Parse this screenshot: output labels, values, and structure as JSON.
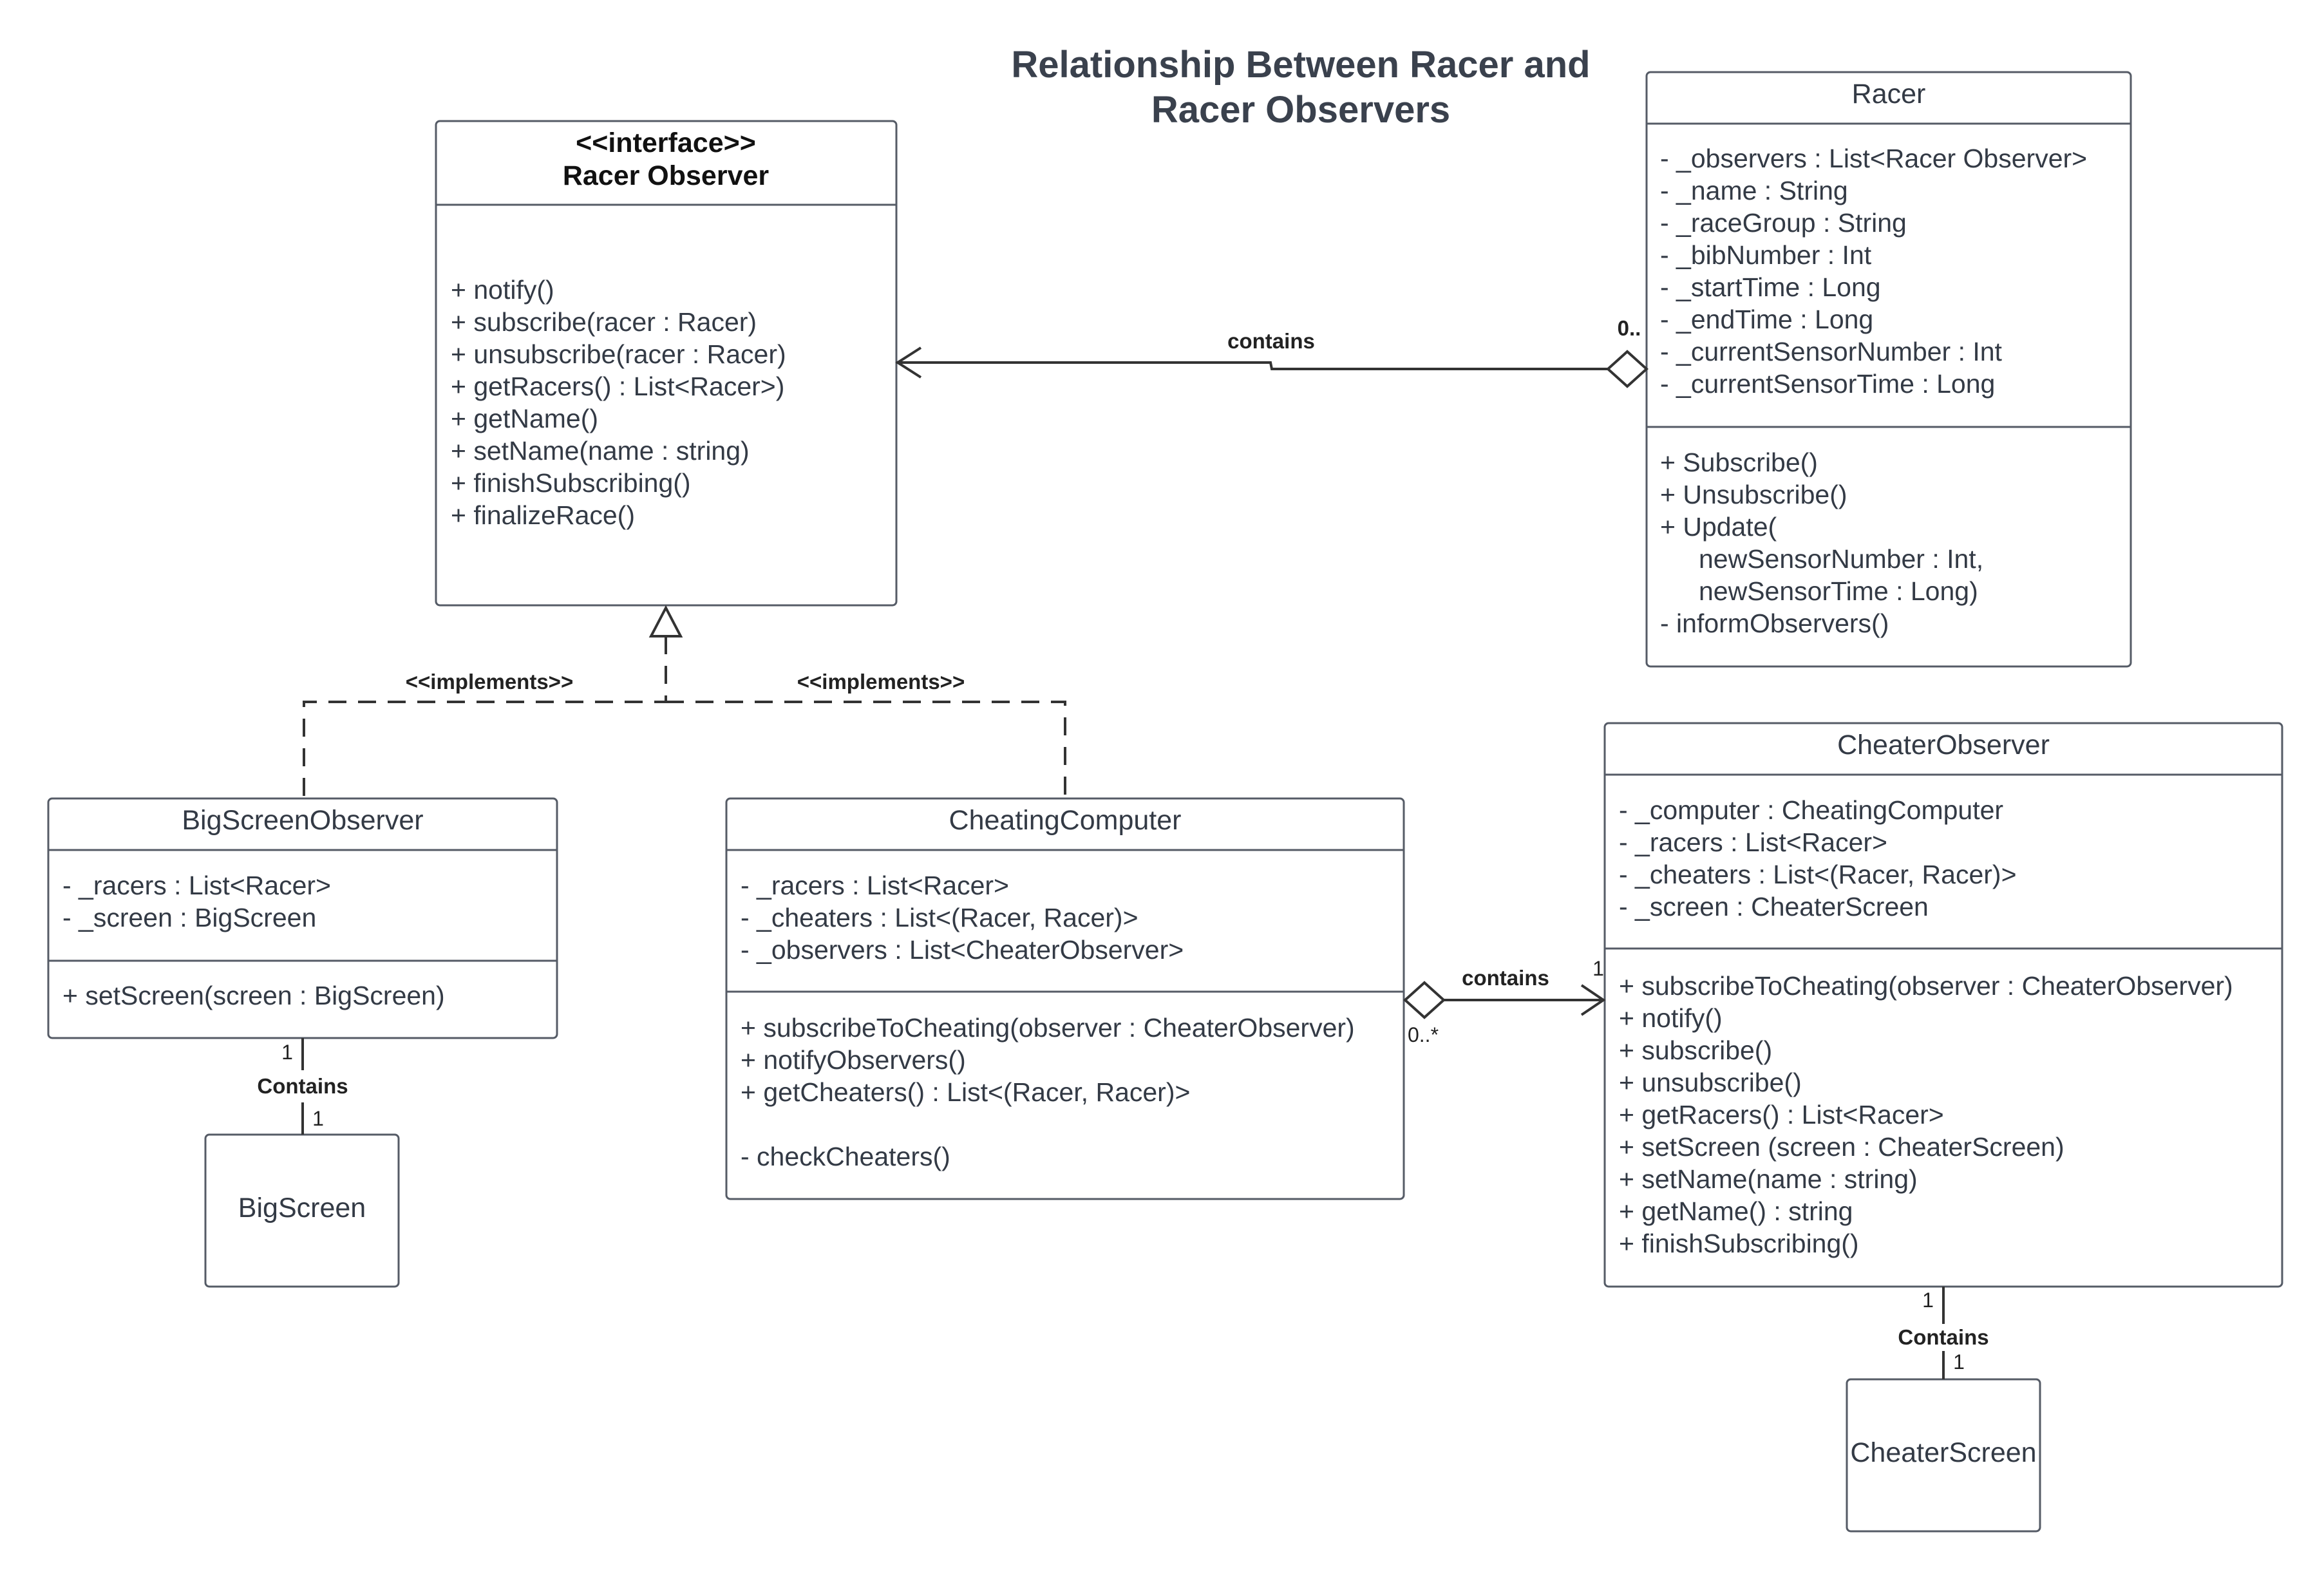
{
  "title": [
    "Relationship Between Racer and",
    "Racer Observers"
  ],
  "classes": {
    "racer_observer": {
      "stereotype": "<<interface>>",
      "name": "Racer Observer",
      "methods": [
        "+ notify()",
        "+ subscribe(racer : Racer)",
        "+ unsubscribe(racer : Racer)",
        "+ getRacers() : List<Racer>)",
        "+ getName()",
        "+ setName(name : string)",
        "+ finishSubscribing()",
        "+ finalizeRace()"
      ]
    },
    "racer": {
      "name": "Racer",
      "attributes": [
        "- _observers : List<Racer Observer>",
        "- _name : String",
        "- _raceGroup : String",
        "- _bibNumber : Int",
        "- _startTime : Long",
        "- _endTime : Long",
        "- _currentSensorNumber : Int",
        "- _currentSensorTime : Long"
      ],
      "methods": [
        "+ Subscribe()",
        "+ Unsubscribe()",
        "+ Update(",
        "newSensorNumber : Int,",
        "newSensorTime : Long)",
        "- informObservers()"
      ]
    },
    "big_screen_observer": {
      "name": "BigScreenObserver",
      "attributes": [
        "- _racers : List<Racer>",
        "- _screen : BigScreen"
      ],
      "methods": [
        "+ setScreen(screen : BigScreen)"
      ]
    },
    "cheating_computer": {
      "name": "CheatingComputer",
      "attributes": [
        "- _racers : List<Racer>",
        "- _cheaters : List<(Racer, Racer)>",
        "- _observers : List<CheaterObserver>"
      ],
      "methods": [
        "+ subscribeToCheating(observer : CheaterObserver)",
        "+ notifyObservers()",
        "+ getCheaters() : List<(Racer, Racer)>",
        "",
        "- checkCheaters()"
      ]
    },
    "cheater_observer": {
      "name": "CheaterObserver",
      "attributes": [
        "- _computer : CheatingComputer",
        "- _racers : List<Racer>",
        "- _cheaters : List<(Racer, Racer)>",
        "- _screen : CheaterScreen"
      ],
      "methods": [
        "+ subscribeToCheating(observer : CheaterObserver)",
        "+ notify()",
        "+ subscribe()",
        "+ unsubscribe()",
        "+ getRacers() : List<Racer>",
        "+ setScreen (screen : CheaterScreen)",
        "+ setName(name : string)",
        "+ getName() : string",
        "+ finishSubscribing()"
      ]
    },
    "big_screen": {
      "name": "BigScreen"
    },
    "cheater_screen": {
      "name": "CheaterScreen"
    }
  },
  "relations": {
    "racer_contains": {
      "label": "contains",
      "multiplicity": "0.."
    },
    "implements_left": {
      "label": "<<implements>>"
    },
    "implements_right": {
      "label": "<<implements>>"
    },
    "computer_contains": {
      "label": "contains",
      "source_multiplicity": "0..*",
      "target_multiplicity": "1"
    },
    "bigscreen_contains": {
      "label": "Contains",
      "source_multiplicity": "1",
      "target_multiplicity": "1"
    },
    "cheaterscreen_contains": {
      "label": "Contains",
      "source_multiplicity": "1",
      "target_multiplicity": "1"
    }
  },
  "colors": {
    "line": "#333333",
    "box_border": "#555b66",
    "text": "#333a45"
  }
}
